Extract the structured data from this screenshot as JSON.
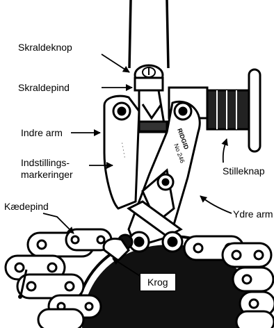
{
  "labels": {
    "skraldeknop": "Skraldeknop",
    "skraldepind": "Skraldepind",
    "indre_arm": "Indre arm",
    "indstillings_line1": "Indstillings-",
    "indstillings_line2": "markeringer",
    "kaedepind": "Kædepind",
    "krog": "Krog",
    "stilleknap": "Stilleknap",
    "ydre_arm": "Ydre arm"
  },
  "tool_markings": {
    "brand": "RIDGID",
    "model": "No 246"
  }
}
